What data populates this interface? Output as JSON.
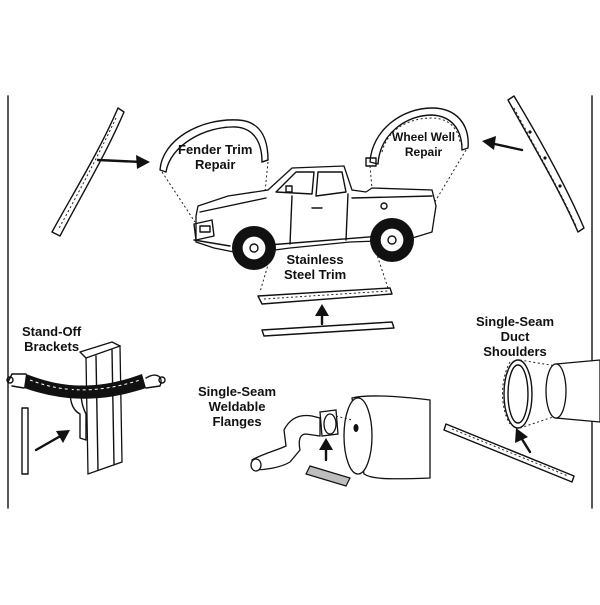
{
  "labels": {
    "fender_trim": [
      "Fender Trim",
      "Repair"
    ],
    "wheel_well": [
      "Wheel Well",
      "Repair"
    ],
    "stainless": [
      "Stainless",
      "Steel Trim"
    ],
    "stand_off": [
      "Stand-Off",
      "Brackets"
    ],
    "single_seam_duct": [
      "Single-Seam",
      "Duct",
      "Shoulders"
    ],
    "single_seam_flanges": [
      "Single-Seam",
      "Weldable",
      "Flanges"
    ]
  },
  "colors": {
    "ink": "#111111",
    "background": "#ffffff",
    "shade": "#bdbdbd"
  }
}
